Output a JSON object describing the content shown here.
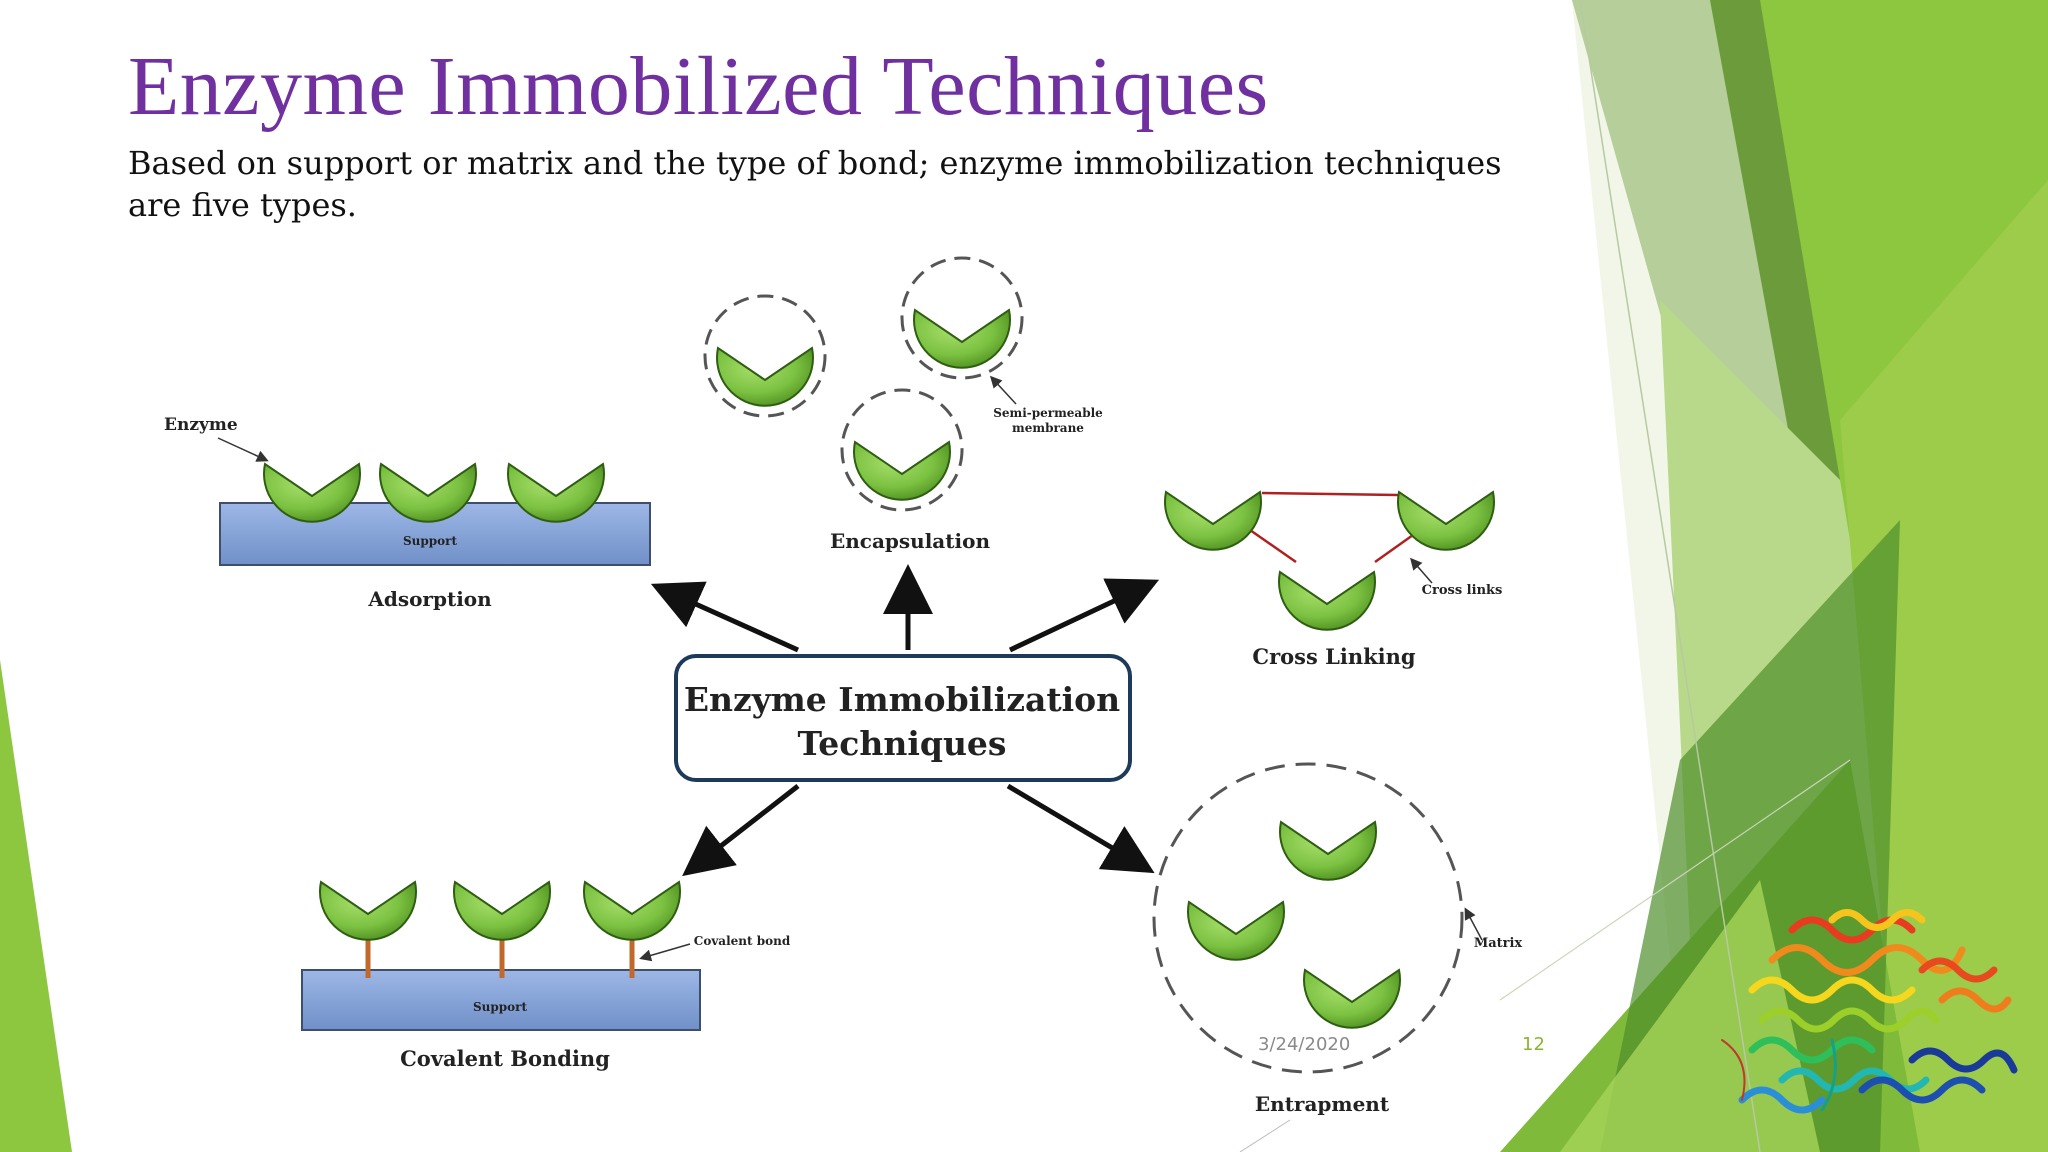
{
  "slide": {
    "title": "Enzyme Immobilized Techniques",
    "subtitle": "Based on support or matrix and the type of bond; enzyme immobilization techniques are five types.",
    "date": "3/24/2020",
    "page_number": "12"
  },
  "diagram": {
    "center_line1": "Enzyme Immobilization",
    "center_line2": "Techniques",
    "adsorption": {
      "label": "Adsorption",
      "enzyme_label": "Enzyme",
      "support_label": "Support"
    },
    "encapsulation": {
      "label": "Encapsulation",
      "membrane_line1": "Semi-permeable",
      "membrane_line2": "membrane"
    },
    "cross_linking": {
      "label": "Cross Linking",
      "links_label": "Cross links"
    },
    "covalent": {
      "label": "Covalent Bonding",
      "bond_label": "Covalent bond",
      "support_label": "Support"
    },
    "entrapment": {
      "label": "Entrapment",
      "matrix_label": "Matrix"
    }
  },
  "colors": {
    "title": "#7030a0",
    "enzyme_green": "#7cc242",
    "support_blue": "#7f9fd5",
    "accent_green": "#8bb531"
  }
}
